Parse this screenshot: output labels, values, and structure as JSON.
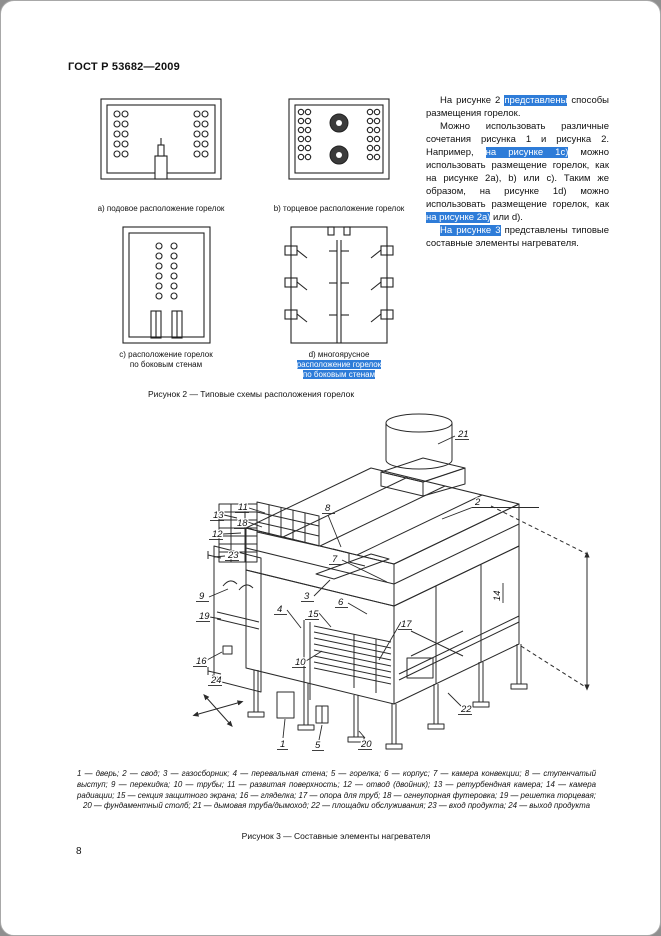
{
  "colors": {
    "highlight": "#2e7cd8",
    "text": "#111111",
    "line": "#2a2a2a"
  },
  "page": {
    "header": "ГОСТ Р 53682—2009",
    "number": "8"
  },
  "figure2": {
    "caption": "Рисунок 2 — Типовые схемы расположения горелок",
    "captions": {
      "a": "а) подовое расположение горелок",
      "b": "b) торцевое расположение горелок",
      "c1": "с) расположение горелок",
      "c2": "по боковым стенам",
      "d1": "d) многоярусное",
      "d2": "расположение горелок",
      "d3": "по боковым стенам"
    }
  },
  "rtext": {
    "p1": {
      "s1": "На рисунке 2 ",
      "s2": "представлены",
      "s3": " способы размещения горелок."
    },
    "p2": {
      "s1": "Можно использовать различные сочетания рисунка 1 и рисунка 2. Например, ",
      "s2": "на рисунке 1c)",
      "s3": " можно использовать размещение горелок, как на рисунке 2a), b) или c). Таким же образом, на рисунке 1d) можно использовать размещение горелок, как ",
      "s4": "на рисунке 2a)",
      "s5": " или d)."
    },
    "p3": {
      "s1": "На рисунке 3",
      "s2": " представлены типовые составные элементы нагревателя."
    }
  },
  "figure3": {
    "caption": "Рисунок 3 — Составные элементы нагревателя",
    "legend": "1 — дверь; 2 — свод; 3 — газосборник; 4 — перевальная стена; 5 — горелка; 6 — корпус; 7 — камера конвекции; 8 — ступенчатый выступ; 9 — перекидка; 10 — трубы; 11 — развитая поверхность; 12 — отвод (двойник); 13 — ретурбендная камера; 14 — камера радиации; 15 — секция защитного экрана; 16 — гляделка; 17 — опора для труб; 18 — огнеупорная футеровка; 19 — решетка торцевая; 20 — фундаментный столб; 21 — дымовая труба/дымоход; 22 — площадки обслуживания; 23 — вход продукта; 24 — выход продукта",
    "callouts": {
      "1": "1",
      "2": "2",
      "3": "3",
      "4": "4",
      "5": "5",
      "6": "6",
      "7": "7",
      "8": "8",
      "9": "9",
      "10": "10",
      "11": "11",
      "12": "12",
      "13": "13",
      "14": "14",
      "15": "15",
      "16": "16",
      "17": "17",
      "18": "18",
      "19": "19",
      "20": "20",
      "21": "21",
      "22": "22",
      "23": "23",
      "24": "24"
    }
  }
}
